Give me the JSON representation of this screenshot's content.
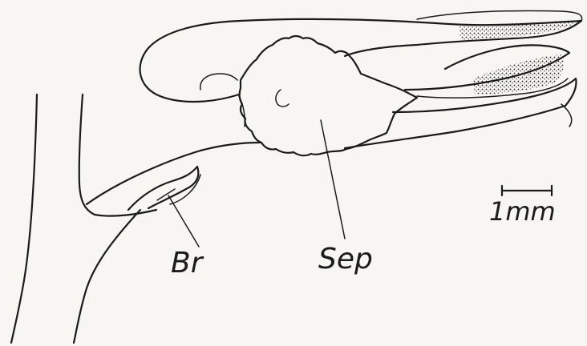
{
  "labels": {
    "bract": "Br",
    "sepal": "Sep",
    "scale_bar": "1mm"
  },
  "colors": {
    "ink": "#1b1b1b",
    "paper": "#f7f6f2"
  }
}
